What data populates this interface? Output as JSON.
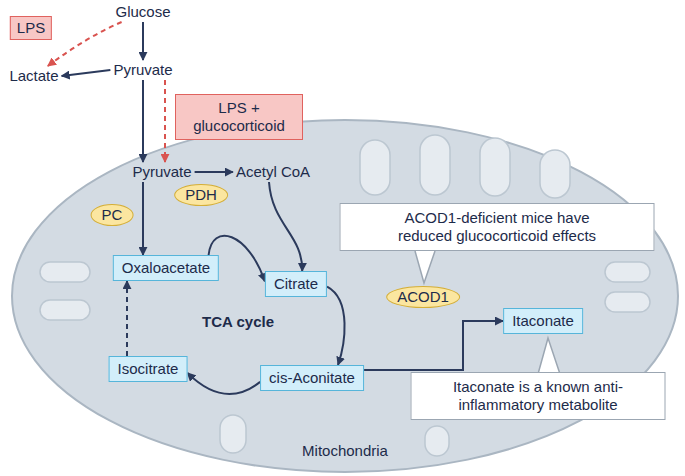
{
  "diagram": {
    "nodes": [
      {
        "text": [
          "Glucose"
        ]
      },
      {
        "text": [
          "LPS"
        ]
      },
      {
        "text": [
          "Lactate"
        ]
      },
      {
        "text": [
          "Pyruvate"
        ]
      },
      {
        "text": [
          "LPS + glucocorticoid"
        ]
      },
      {
        "text": [
          "Mitochondria"
        ]
      },
      {
        "text": [
          "Pyruvate"
        ],
        "in": 5
      },
      {
        "text": [
          "Acetyl CoA"
        ],
        "in": 5
      },
      {
        "text": [
          "PDH"
        ],
        "in": 5
      },
      {
        "text": [
          "PC"
        ],
        "in": 5
      },
      {
        "text": [
          "Oxaloacetate"
        ],
        "in": 5
      },
      {
        "text": [
          "Citrate"
        ],
        "in": 5
      },
      {
        "text": [
          "ACOD1-deficient mice have reduced glucocorticoid effects"
        ],
        "in": 5
      },
      {
        "text": [
          "ACOD1"
        ],
        "in": 5
      },
      {
        "text": [
          "Itaconate"
        ],
        "in": 5
      },
      {
        "text": [
          "Isocitrate"
        ],
        "in": 5
      },
      {
        "text": [
          "cis-Aconitate"
        ],
        "in": 5
      },
      {
        "text": [
          "Itaconate is a known anti-inflammatory metabolite"
        ],
        "in": 5
      }
    ],
    "edges": [
      {
        "from": 0,
        "to": 3,
        "arrow": "to"
      },
      {
        "from": 0,
        "to": 2,
        "arrow": "to"
      },
      {
        "from": 3,
        "to": 2,
        "arrow": "to"
      },
      {
        "from": 3,
        "to": 6,
        "arrow": "to"
      },
      {
        "from": 3,
        "to": 6,
        "arrow": "to"
      },
      {
        "from": 6,
        "to": 7,
        "arrow": "to"
      },
      {
        "from": 6,
        "to": 10,
        "arrow": "to"
      },
      {
        "from": 7,
        "to": 11,
        "arrow": "to"
      },
      {
        "from": 10,
        "to": 11,
        "arrow": "to"
      },
      {
        "from": 11,
        "to": 16,
        "arrow": "to"
      },
      {
        "from": 16,
        "to": 15,
        "arrow": "to"
      },
      {
        "from": 15,
        "to": 10,
        "arrow": "to"
      },
      {
        "from": 16,
        "to": 14,
        "arrow": "to"
      }
    ],
    "labels": [
      "TCA cycle"
    ]
  }
}
